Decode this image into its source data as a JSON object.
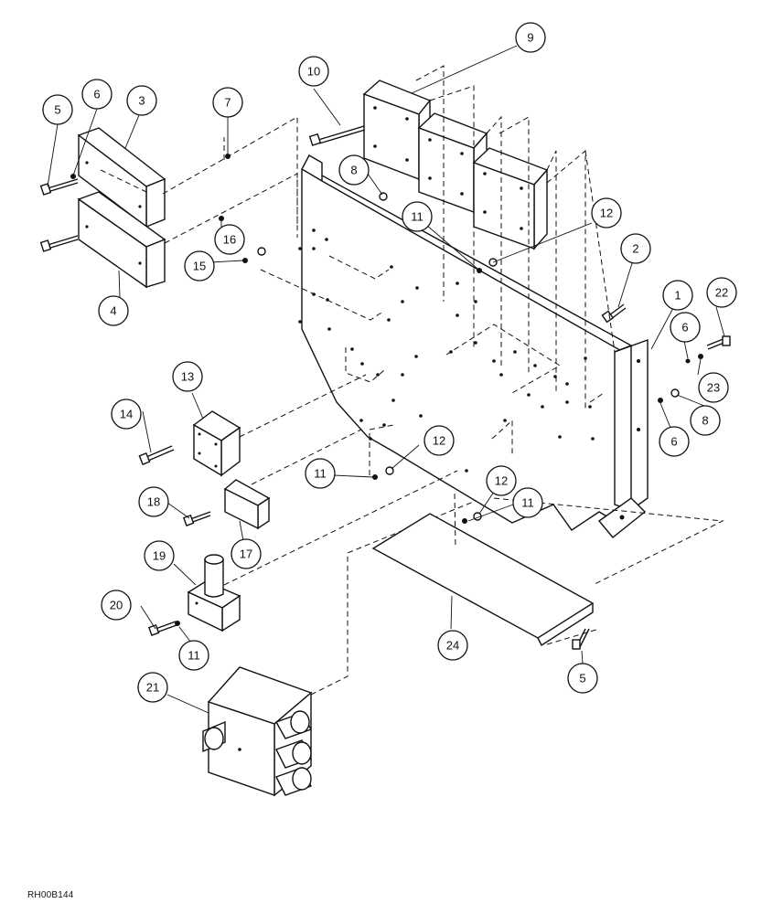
{
  "diagram": {
    "reference_code": "RH00B144",
    "callouts": [
      {
        "id": "c1",
        "label": "1"
      },
      {
        "id": "c2",
        "label": "2"
      },
      {
        "id": "c3",
        "label": "3"
      },
      {
        "id": "c4",
        "label": "4"
      },
      {
        "id": "c5a",
        "label": "5"
      },
      {
        "id": "c5b",
        "label": "5"
      },
      {
        "id": "c6a",
        "label": "6"
      },
      {
        "id": "c6b",
        "label": "6"
      },
      {
        "id": "c6c",
        "label": "6"
      },
      {
        "id": "c7",
        "label": "7"
      },
      {
        "id": "c8a",
        "label": "8"
      },
      {
        "id": "c8b",
        "label": "8"
      },
      {
        "id": "c9",
        "label": "9"
      },
      {
        "id": "c10",
        "label": "10"
      },
      {
        "id": "c11a",
        "label": "11"
      },
      {
        "id": "c11b",
        "label": "11"
      },
      {
        "id": "c11c",
        "label": "11"
      },
      {
        "id": "c11d",
        "label": "11"
      },
      {
        "id": "c12a",
        "label": "12"
      },
      {
        "id": "c12b",
        "label": "12"
      },
      {
        "id": "c12c",
        "label": "12"
      },
      {
        "id": "c13",
        "label": "13"
      },
      {
        "id": "c14",
        "label": "14"
      },
      {
        "id": "c15",
        "label": "15"
      },
      {
        "id": "c16",
        "label": "16"
      },
      {
        "id": "c17",
        "label": "17"
      },
      {
        "id": "c18",
        "label": "18"
      },
      {
        "id": "c19",
        "label": "19"
      },
      {
        "id": "c20",
        "label": "20"
      },
      {
        "id": "c21",
        "label": "21"
      },
      {
        "id": "c22",
        "label": "22"
      },
      {
        "id": "c23",
        "label": "23"
      },
      {
        "id": "c24",
        "label": "24"
      }
    ]
  }
}
